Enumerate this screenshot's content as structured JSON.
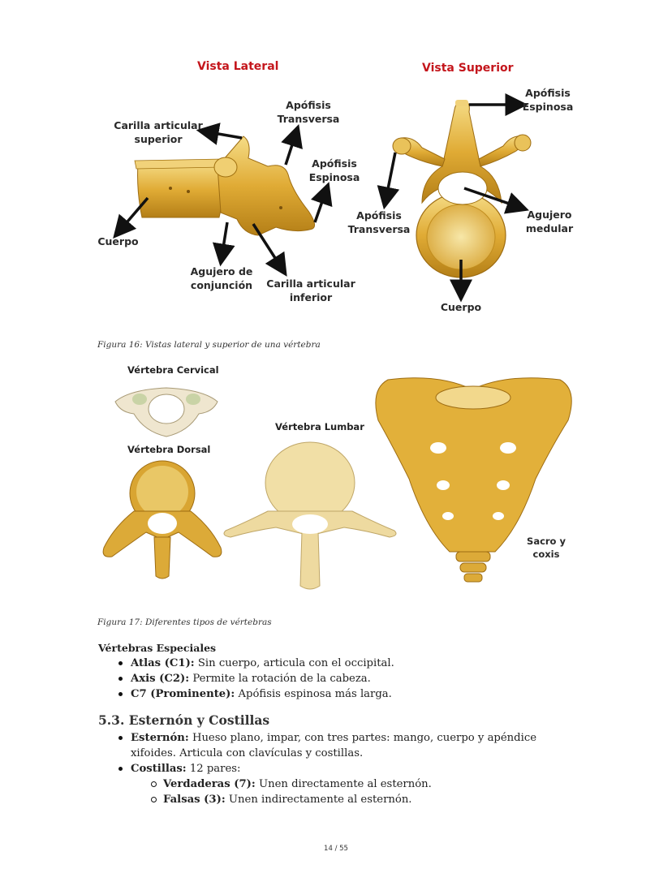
{
  "figure16": {
    "lateral_title": "Vista Lateral",
    "superior_title": "Vista Superior",
    "labels": {
      "carilla_sup": "Carilla articular\nsuperior",
      "apofisis_transversa_lat": "Apófisis\nTransversa",
      "apofisis_espinosa_lat": "Apófisis\nEspinosa",
      "cuerpo_lat": "Cuerpo",
      "agujero_conjuncion": "Agujero de\nconjunción",
      "carilla_inf": "Carilla articular\ninferior",
      "apofisis_espinosa_sup": "Apófisis\nEspinosa",
      "apofisis_transversa_sup": "Apófisis\nTransversa",
      "agujero_medular": "Agujero\nmedular",
      "cuerpo_sup": "Cuerpo"
    },
    "caption": "Figura 16: Vistas lateral y superior de una vértebra"
  },
  "figure17": {
    "cervical": "Vértebra Cervical",
    "dorsal": "Vértebra Dorsal",
    "lumbar": "Vértebra Lumbar",
    "sacro": "Sacro y\ncoxis",
    "caption": "Figura 17: Diferentes tipos de vértebras"
  },
  "especiales": {
    "heading": "Vértebras Especiales",
    "items": [
      {
        "term": "Atlas (C1):",
        "desc": " Sin cuerpo, articula con el occipital."
      },
      {
        "term": "Axis (C2):",
        "desc": " Permite la rotación de la cabeza."
      },
      {
        "term": "C7 (Prominente):",
        "desc": " Apófisis espinosa más larga."
      }
    ]
  },
  "section": {
    "heading": "5.3. Esternón y Costillas",
    "esternon_term": "Esternón:",
    "esternon_desc": " Hueso plano, impar, con tres partes: mango, cuerpo y apéndice xifoides. Articula con clavículas y costillas.",
    "costillas_term": "Costillas:",
    "costillas_desc": " 12 pares:",
    "sub": [
      {
        "term": "Verdaderas (7):",
        "desc": " Unen directamente al esternón."
      },
      {
        "term": "Falsas (3):",
        "desc": " Unen indirectamente al esternón."
      }
    ]
  },
  "footer": {
    "page": "14 / 55"
  },
  "colors": {
    "bone": "#e3b23c",
    "bone_dark": "#b8841a",
    "bone_light": "#f3dd8e",
    "title_red": "#c4161c",
    "arrow": "#111111"
  }
}
